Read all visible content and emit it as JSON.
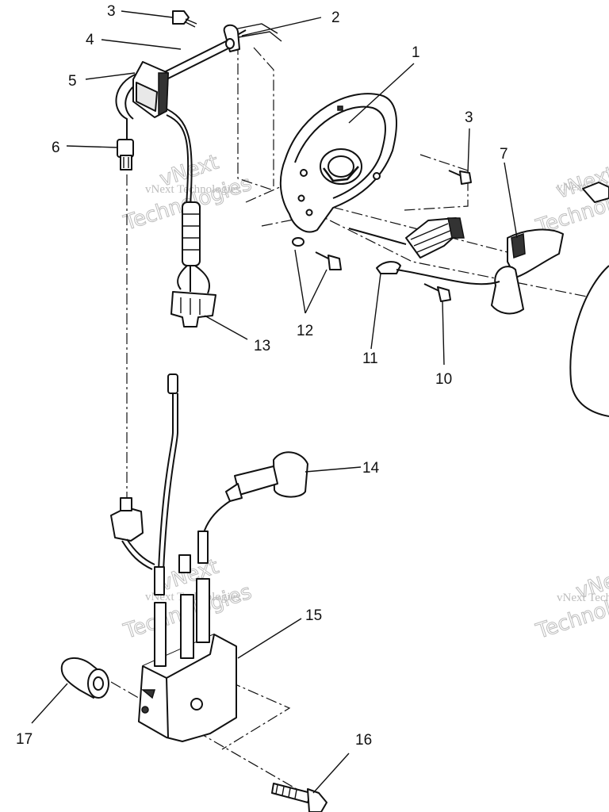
{
  "watermark": {
    "text_small": "vNext Technologies",
    "text_big_top": "vNext",
    "text_big_bottom": "Technologies"
  },
  "callouts": {
    "c1": "1",
    "c2": "2",
    "c3a": "3",
    "c3b": "3",
    "c4": "4",
    "c5": "5",
    "c6": "6",
    "c7": "7",
    "c10": "10",
    "c11": "11",
    "c12": "12",
    "c13": "13",
    "c14": "14",
    "c15": "15",
    "c16": "16",
    "c17": "17"
  },
  "colors": {
    "line": "#111111",
    "watermark": "#bdbdbd",
    "background": "#ffffff"
  }
}
